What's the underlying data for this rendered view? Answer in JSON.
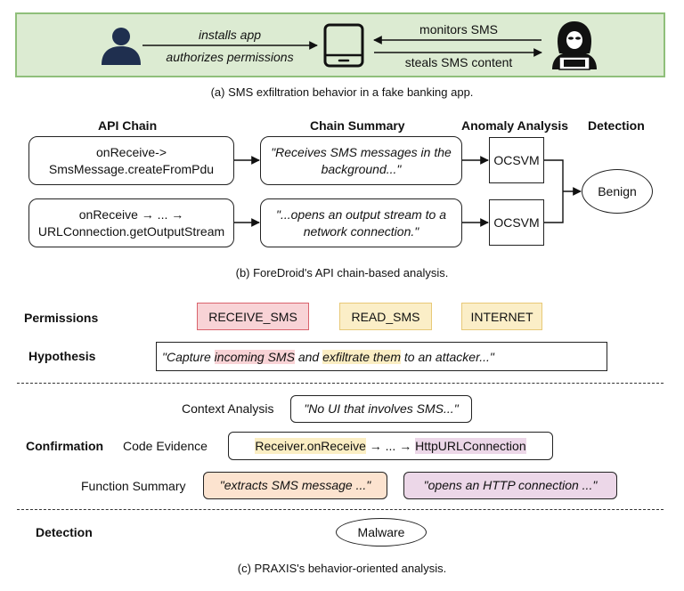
{
  "panel_a": {
    "arrow_installs": "installs app",
    "arrow_authorizes": "authorizes permissions",
    "arrow_monitors": "monitors SMS",
    "arrow_steals": "steals SMS content",
    "caption": "(a) SMS exfiltration behavior in a fake banking app."
  },
  "panel_b": {
    "headers": {
      "api_chain": "API Chain",
      "chain_summary": "Chain Summary",
      "anomaly_analysis": "Anomaly Analysis",
      "detection": "Detection"
    },
    "rows": [
      {
        "api_line1": "onReceive->",
        "api_line2": "SmsMessage.createFromPdu",
        "summary_line1": "\"Receives SMS messages in the",
        "summary_line2": "background...\"",
        "model": "OCSVM"
      },
      {
        "api_line1": "onReceive → ... →",
        "api_line2": "URLConnection.getOutputStream",
        "summary_line1": "\"...opens an output stream to a",
        "summary_line2": "network connection.\"",
        "model": "OCSVM"
      }
    ],
    "result": "Benign",
    "caption": "(b) ForeDroid's API chain-based analysis."
  },
  "panel_c": {
    "permissions_label": "Permissions",
    "permissions": [
      "RECEIVE_SMS",
      "READ_SMS",
      "INTERNET"
    ],
    "hypothesis_label": "Hypothesis",
    "hypothesis": {
      "p1": "\"Capture ",
      "h1": "incoming SMS",
      "p2": " and ",
      "h2": "exfiltrate them",
      "p3": " to an attacker...\""
    },
    "confirmation_label": "Confirmation",
    "context_label": "Context Analysis",
    "context_value": "\"No UI that involves SMS...\"",
    "code_label": "Code Evidence",
    "code": {
      "part1": "Receiver.onReceive",
      "part2": " → ... → ",
      "part3": "HttpURLConnection"
    },
    "function_label": "Function Summary",
    "function_values": [
      "\"extracts SMS message ...\"",
      "\"opens an HTTP connection ...\""
    ],
    "detection_label": "Detection",
    "result": "Malware",
    "caption": "(c)  PRAXIS's behavior-oriented analysis."
  },
  "colors": {
    "panel_a_bg": "#dcebd2",
    "panel_a_border": "#8fbf7a",
    "panel_b_bg": "#fde7cf",
    "panel_b_border": "#f0b56a",
    "panel_c_bg": "#dbe6f7",
    "panel_c_border": "#8aa6d6",
    "user_icon": "#1f2f4f",
    "attacker_icon": "#111111"
  }
}
